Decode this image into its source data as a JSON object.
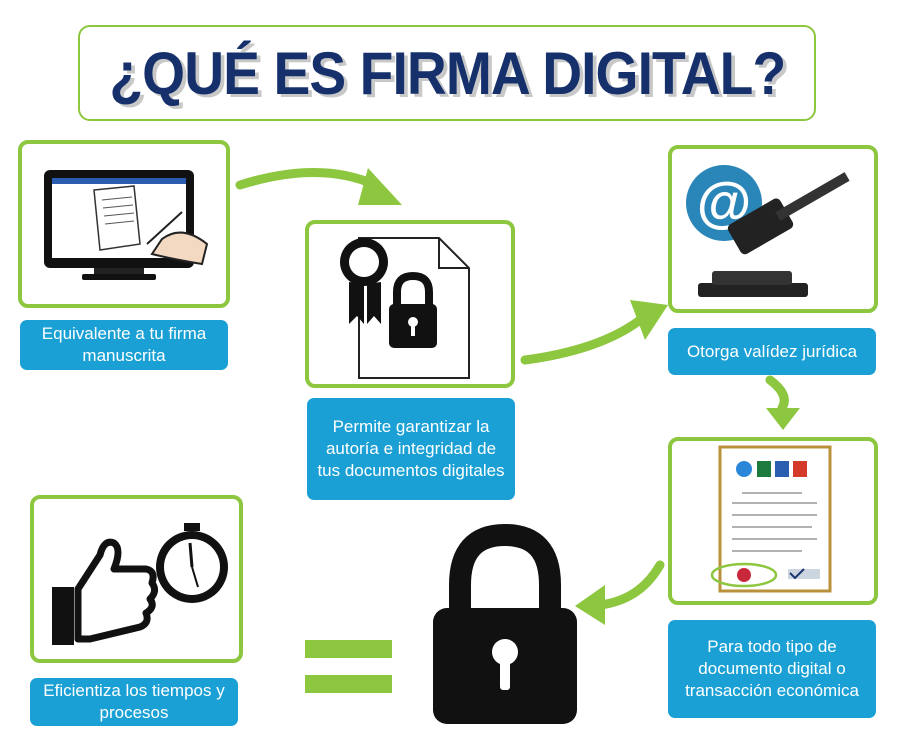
{
  "title": "¿QUÉ ES FIRMA DIGITAL?",
  "steps": [
    {
      "label": "Equivalente a tu firma manuscrita",
      "icon": "monitor-signature-icon"
    },
    {
      "label": "Permite garantizar la autoría e integridad de tus documentos digitales",
      "icon": "certified-document-lock-icon"
    },
    {
      "label": "Otorga valídez jurídica",
      "icon": "email-gavel-icon"
    },
    {
      "label": "Para todo tipo de documento digital o transacción económica",
      "icon": "signed-document-icon"
    },
    {
      "label": "Eficientiza los tiempos y procesos",
      "icon": "thumbs-up-stopwatch-icon"
    }
  ],
  "colors": {
    "green": "#8dc63f",
    "blue": "#1aa0d4",
    "navy": "#15306b"
  }
}
